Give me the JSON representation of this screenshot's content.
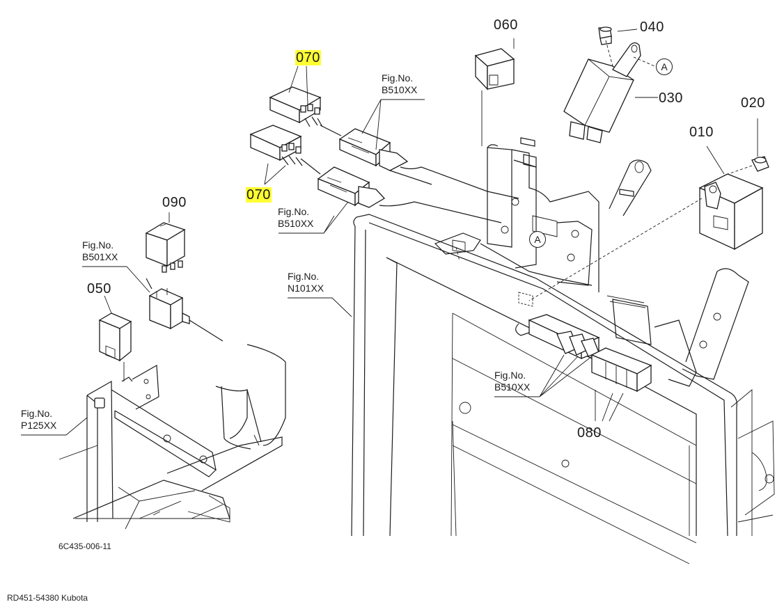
{
  "part_labels": {
    "p010": "010",
    "p020": "020",
    "p030": "030",
    "p040": "040",
    "p050": "050",
    "p060": "060",
    "p070_top": "070",
    "p070_bottom": "070",
    "p080": "080",
    "p090": "090"
  },
  "fig_refs": {
    "b510_top": {
      "line1": "Fig.No.",
      "line2": "B510XX"
    },
    "b510_mid": {
      "line1": "Fig.No.",
      "line2": "B510XX"
    },
    "b510_low": {
      "line1": "Fig.No.",
      "line2": "B510XX"
    },
    "b501": {
      "line1": "Fig.No.",
      "line2": "B501XX"
    },
    "n101": {
      "line1": "Fig.No.",
      "line2": "N101XX"
    },
    "p125": {
      "line1": "Fig.No.",
      "line2": "P125XX"
    }
  },
  "callouts": {
    "a_top": "A",
    "a_bottom": "A"
  },
  "footer": {
    "drawing_code": "6C435-006-11",
    "source": "RD451-54380 Kubota"
  },
  "colors": {
    "highlight": "#ffff33",
    "ink": "#1a1a1a"
  }
}
